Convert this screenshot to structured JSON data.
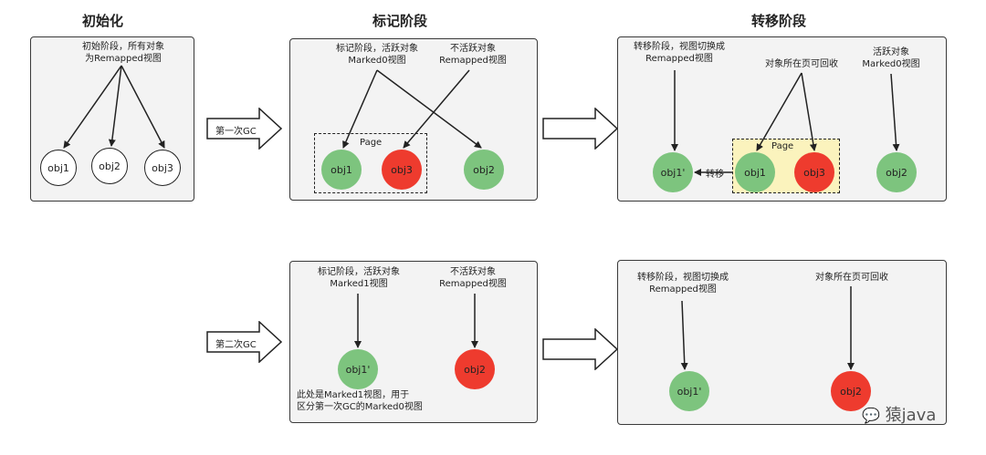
{
  "titles": {
    "init": "初始化",
    "mark": "标记阶段",
    "relocate": "转移阶段"
  },
  "panel1": {
    "note": "初始阶段，所有对象\n为Remapped视图",
    "objs": [
      "obj1",
      "obj2",
      "obj3"
    ]
  },
  "gc1_label": "第一次GC",
  "gc2_label": "第二次GC",
  "panel2": {
    "note_live": "标记阶段，活跃对象\nMarked0视图",
    "note_dead": "不活跃对象\nRemapped视图",
    "page_label": "Page",
    "objs": [
      "obj1",
      "obj3",
      "obj2"
    ]
  },
  "panel3": {
    "note_relocate": "转移阶段，视图切换成\nRemapped视图",
    "note_page": "对象所在页可回收",
    "note_live": "活跃对象\nMarked0视图",
    "page_label": "Page",
    "move_label": "转移",
    "objs": [
      "obj1'",
      "obj1",
      "obj3",
      "obj2"
    ]
  },
  "panel4": {
    "note_live": "标记阶段，活跃对象\nMarked1视图",
    "note_dead": "不活跃对象\nRemapped视图",
    "note_bottom": "此处是Marked1视图，用于\n区分第一次GC的Marked0视图",
    "objs": [
      "obj1'",
      "obj2"
    ]
  },
  "panel5": {
    "note_relocate": "转移阶段，视图切换成\nRemapped视图",
    "note_page": "对象所在页可回收",
    "objs": [
      "obj1'",
      "obj2"
    ]
  },
  "watermark": "猿java",
  "colors": {
    "live": "#7dc47e",
    "dead": "#ee3b2e",
    "page_highlight": "#fbf3bd"
  }
}
